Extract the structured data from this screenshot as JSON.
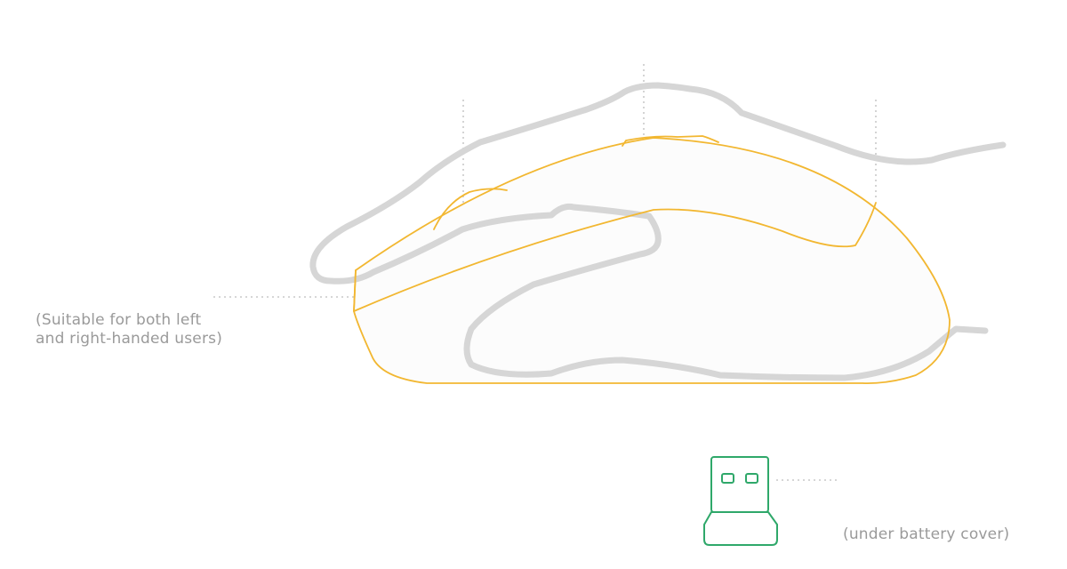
{
  "captions": {
    "ambidextrous_line1": "(Suitable for both left",
    "ambidextrous_line2": "and right-handed users)",
    "receiver_location": "(under battery cover)"
  },
  "colors": {
    "hand_outline": "#d6d6d6",
    "mouse_outline": "#f2b731",
    "receiver_outline": "#2fa86a",
    "leader_lines": "#bdbdbd",
    "caption_text": "#9a9a9a",
    "mouse_fill": "#fcfcfc"
  },
  "icons": {
    "hand": "hand-outline-icon",
    "mouse": "mouse-outline-icon",
    "receiver": "usb-receiver-icon"
  }
}
